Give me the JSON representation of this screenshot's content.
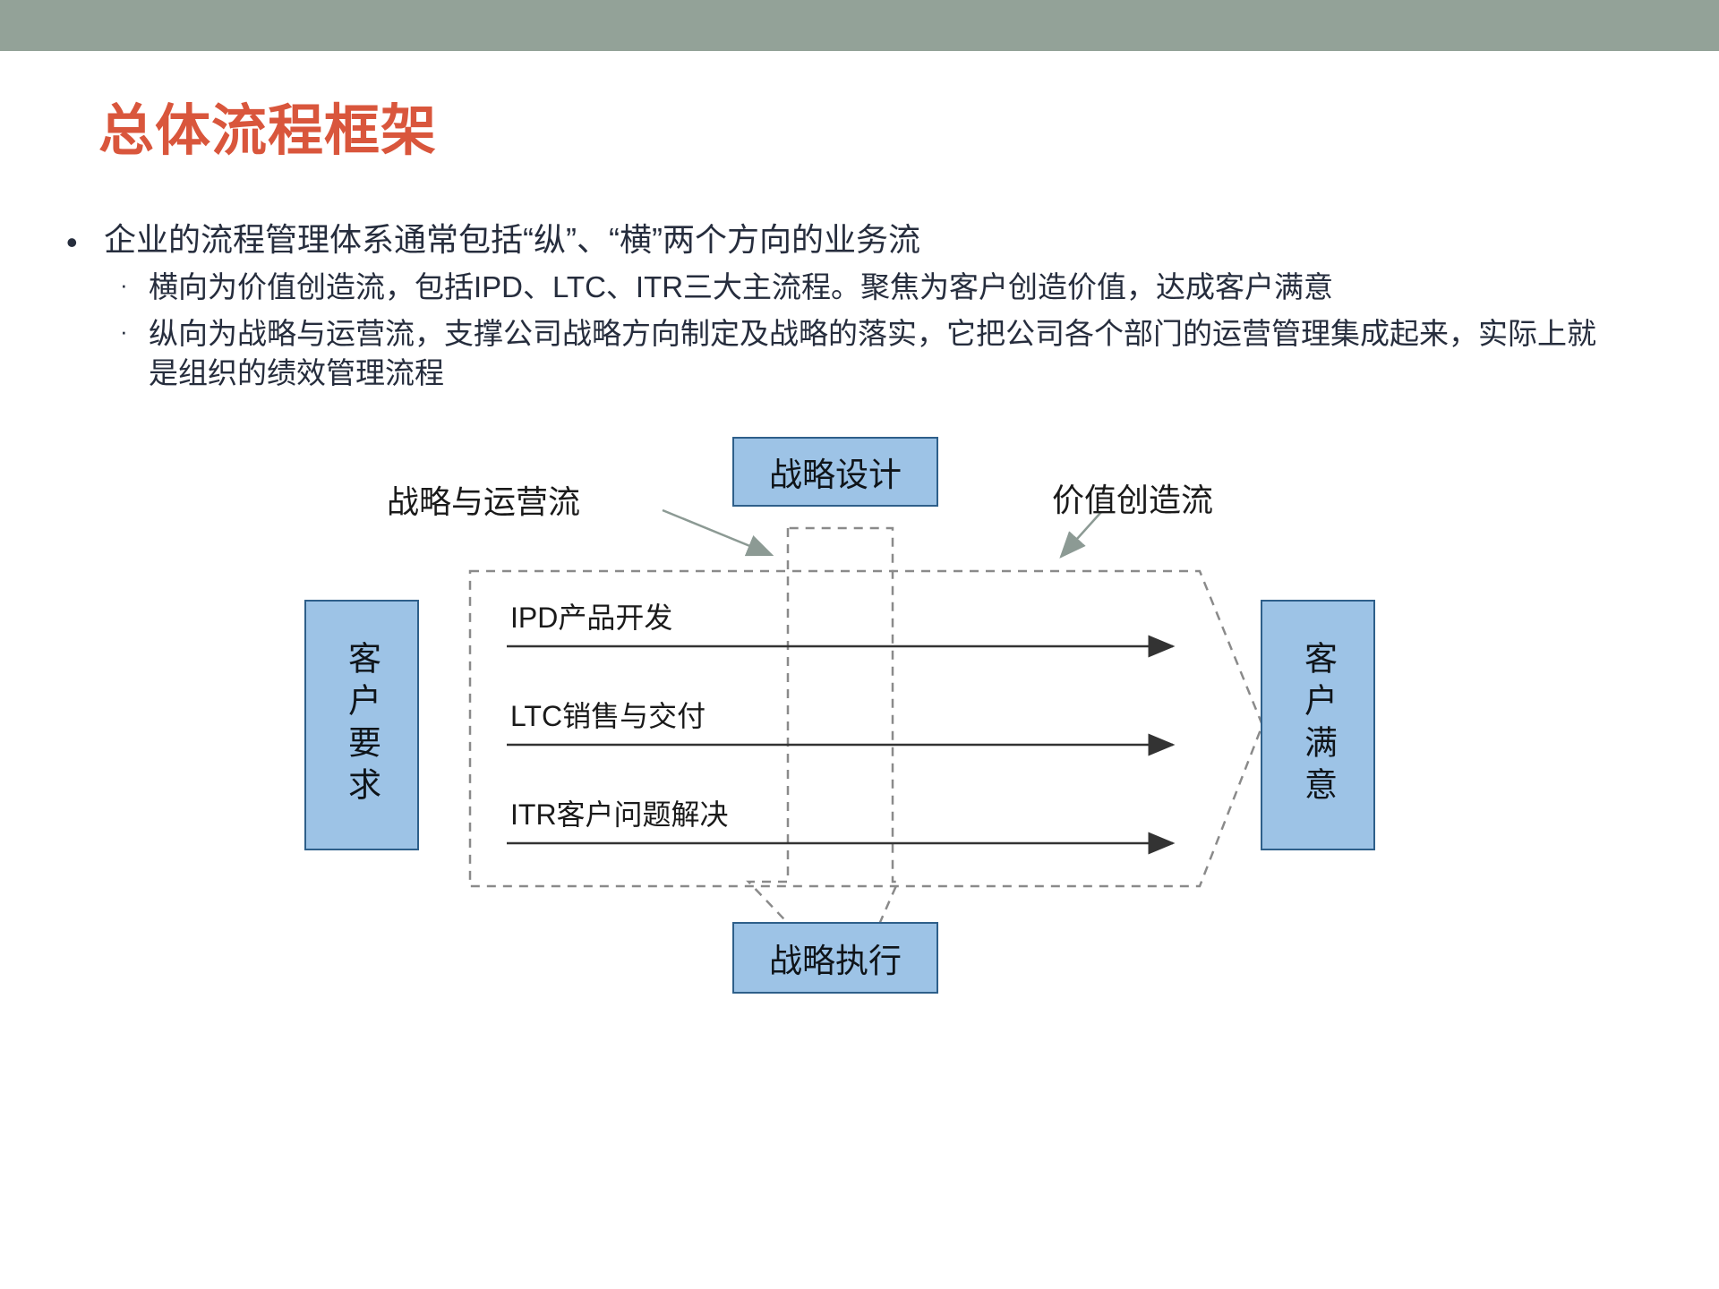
{
  "slide": {
    "title": "总体流程框架",
    "topbar_color": "#93a298",
    "title_color": "#d9563c",
    "accent_box_fill": "#9dc3e6",
    "accent_box_border": "#2e5f8a"
  },
  "bullets": {
    "level1": "企业的流程管理体系通常包括“纵”、“横”两个方向的业务流",
    "level2": [
      "横向为价值创造流，包括IPD、LTC、ITR三大主流程。聚焦为客户创造价值，达成客户满意",
      "纵向为战略与运营流，支撑公司战略方向制定及战略的落实，它把公司各个部门的运营管理集成起来，实际上就是组织的绩效管理流程"
    ],
    "marker_level1": "•",
    "marker_level2": "·"
  },
  "diagram": {
    "boxes": {
      "strategy_design": "战略设计",
      "strategy_execution": "战略执行",
      "customer_requirement": "客户要求",
      "customer_satisfaction": "客户满意"
    },
    "process_flows": [
      "IPD产品开发",
      "LTC销售与交付",
      "ITR客户问题解决"
    ],
    "stream_labels": {
      "vertical": "战略与运营流",
      "horizontal": "价值创造流"
    }
  }
}
